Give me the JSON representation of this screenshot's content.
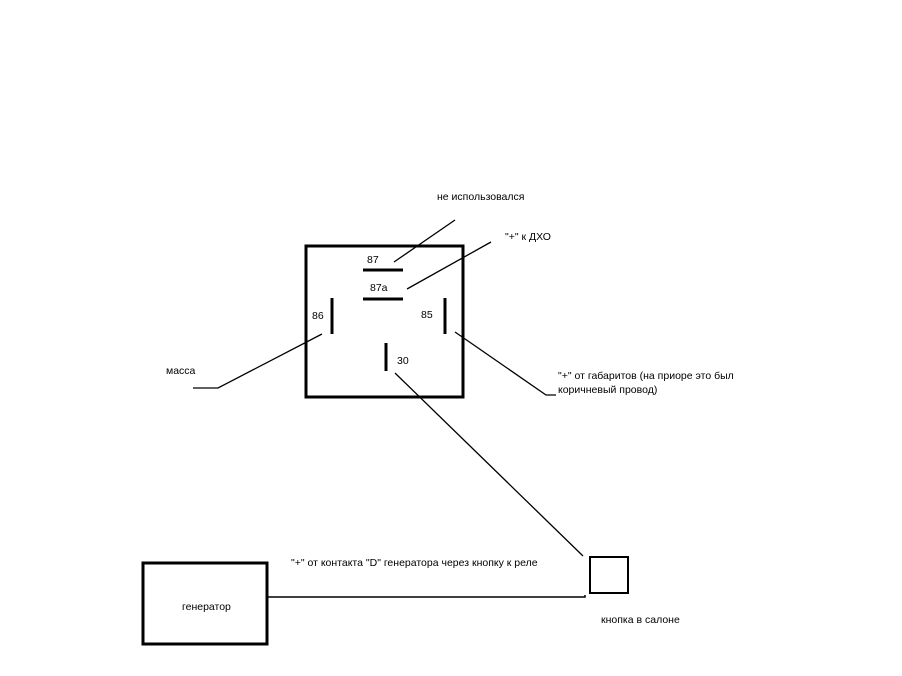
{
  "diagram": {
    "relay": {
      "pins": {
        "p87": "87",
        "p87a": "87a",
        "p86": "86",
        "p85": "85",
        "p30": "30"
      }
    },
    "labels": {
      "unused": "не использовался",
      "drl": "\"+\" к ДХО",
      "ground": "масса",
      "parking_line1": "\"+\" от габаритов (на приоре это был",
      "parking_line2": "коричневый провод)",
      "generator": "генератор",
      "generator_wire": "\"+\" от контакта \"D\" генератора через кнопку к реле",
      "cabin_button": "кнопка в салоне"
    }
  }
}
